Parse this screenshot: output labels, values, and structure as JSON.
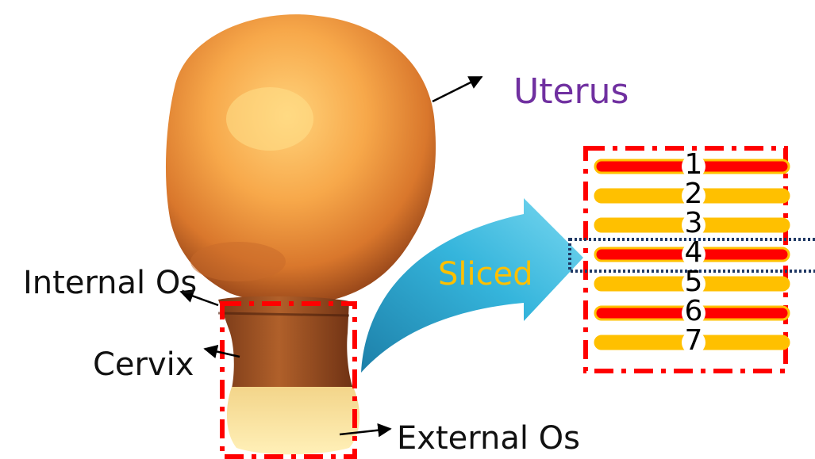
{
  "title_partial": "pp         p",
  "labels": {
    "uterus": "Uterus",
    "internal_os": "Internal Os",
    "cervix": "Cervix",
    "external_os": "External Os",
    "sliced": "Sliced"
  },
  "slices": [
    {
      "number": "1",
      "color": "red"
    },
    {
      "number": "2",
      "color": "yellow"
    },
    {
      "number": "3",
      "color": "yellow"
    },
    {
      "number": "4",
      "color": "red"
    },
    {
      "number": "5",
      "color": "yellow"
    },
    {
      "number": "6",
      "color": "red"
    },
    {
      "number": "7",
      "color": "yellow"
    }
  ],
  "colors": {
    "uterus_label": "#7030a0",
    "sliced_label": "#ffc000",
    "dashed_box": "#ff0000",
    "dotted_highlight": "#1f3864",
    "slice_red": "#ff0000",
    "slice_yellow": "#ffc000",
    "arrow_blue": "#2aa6c9"
  }
}
